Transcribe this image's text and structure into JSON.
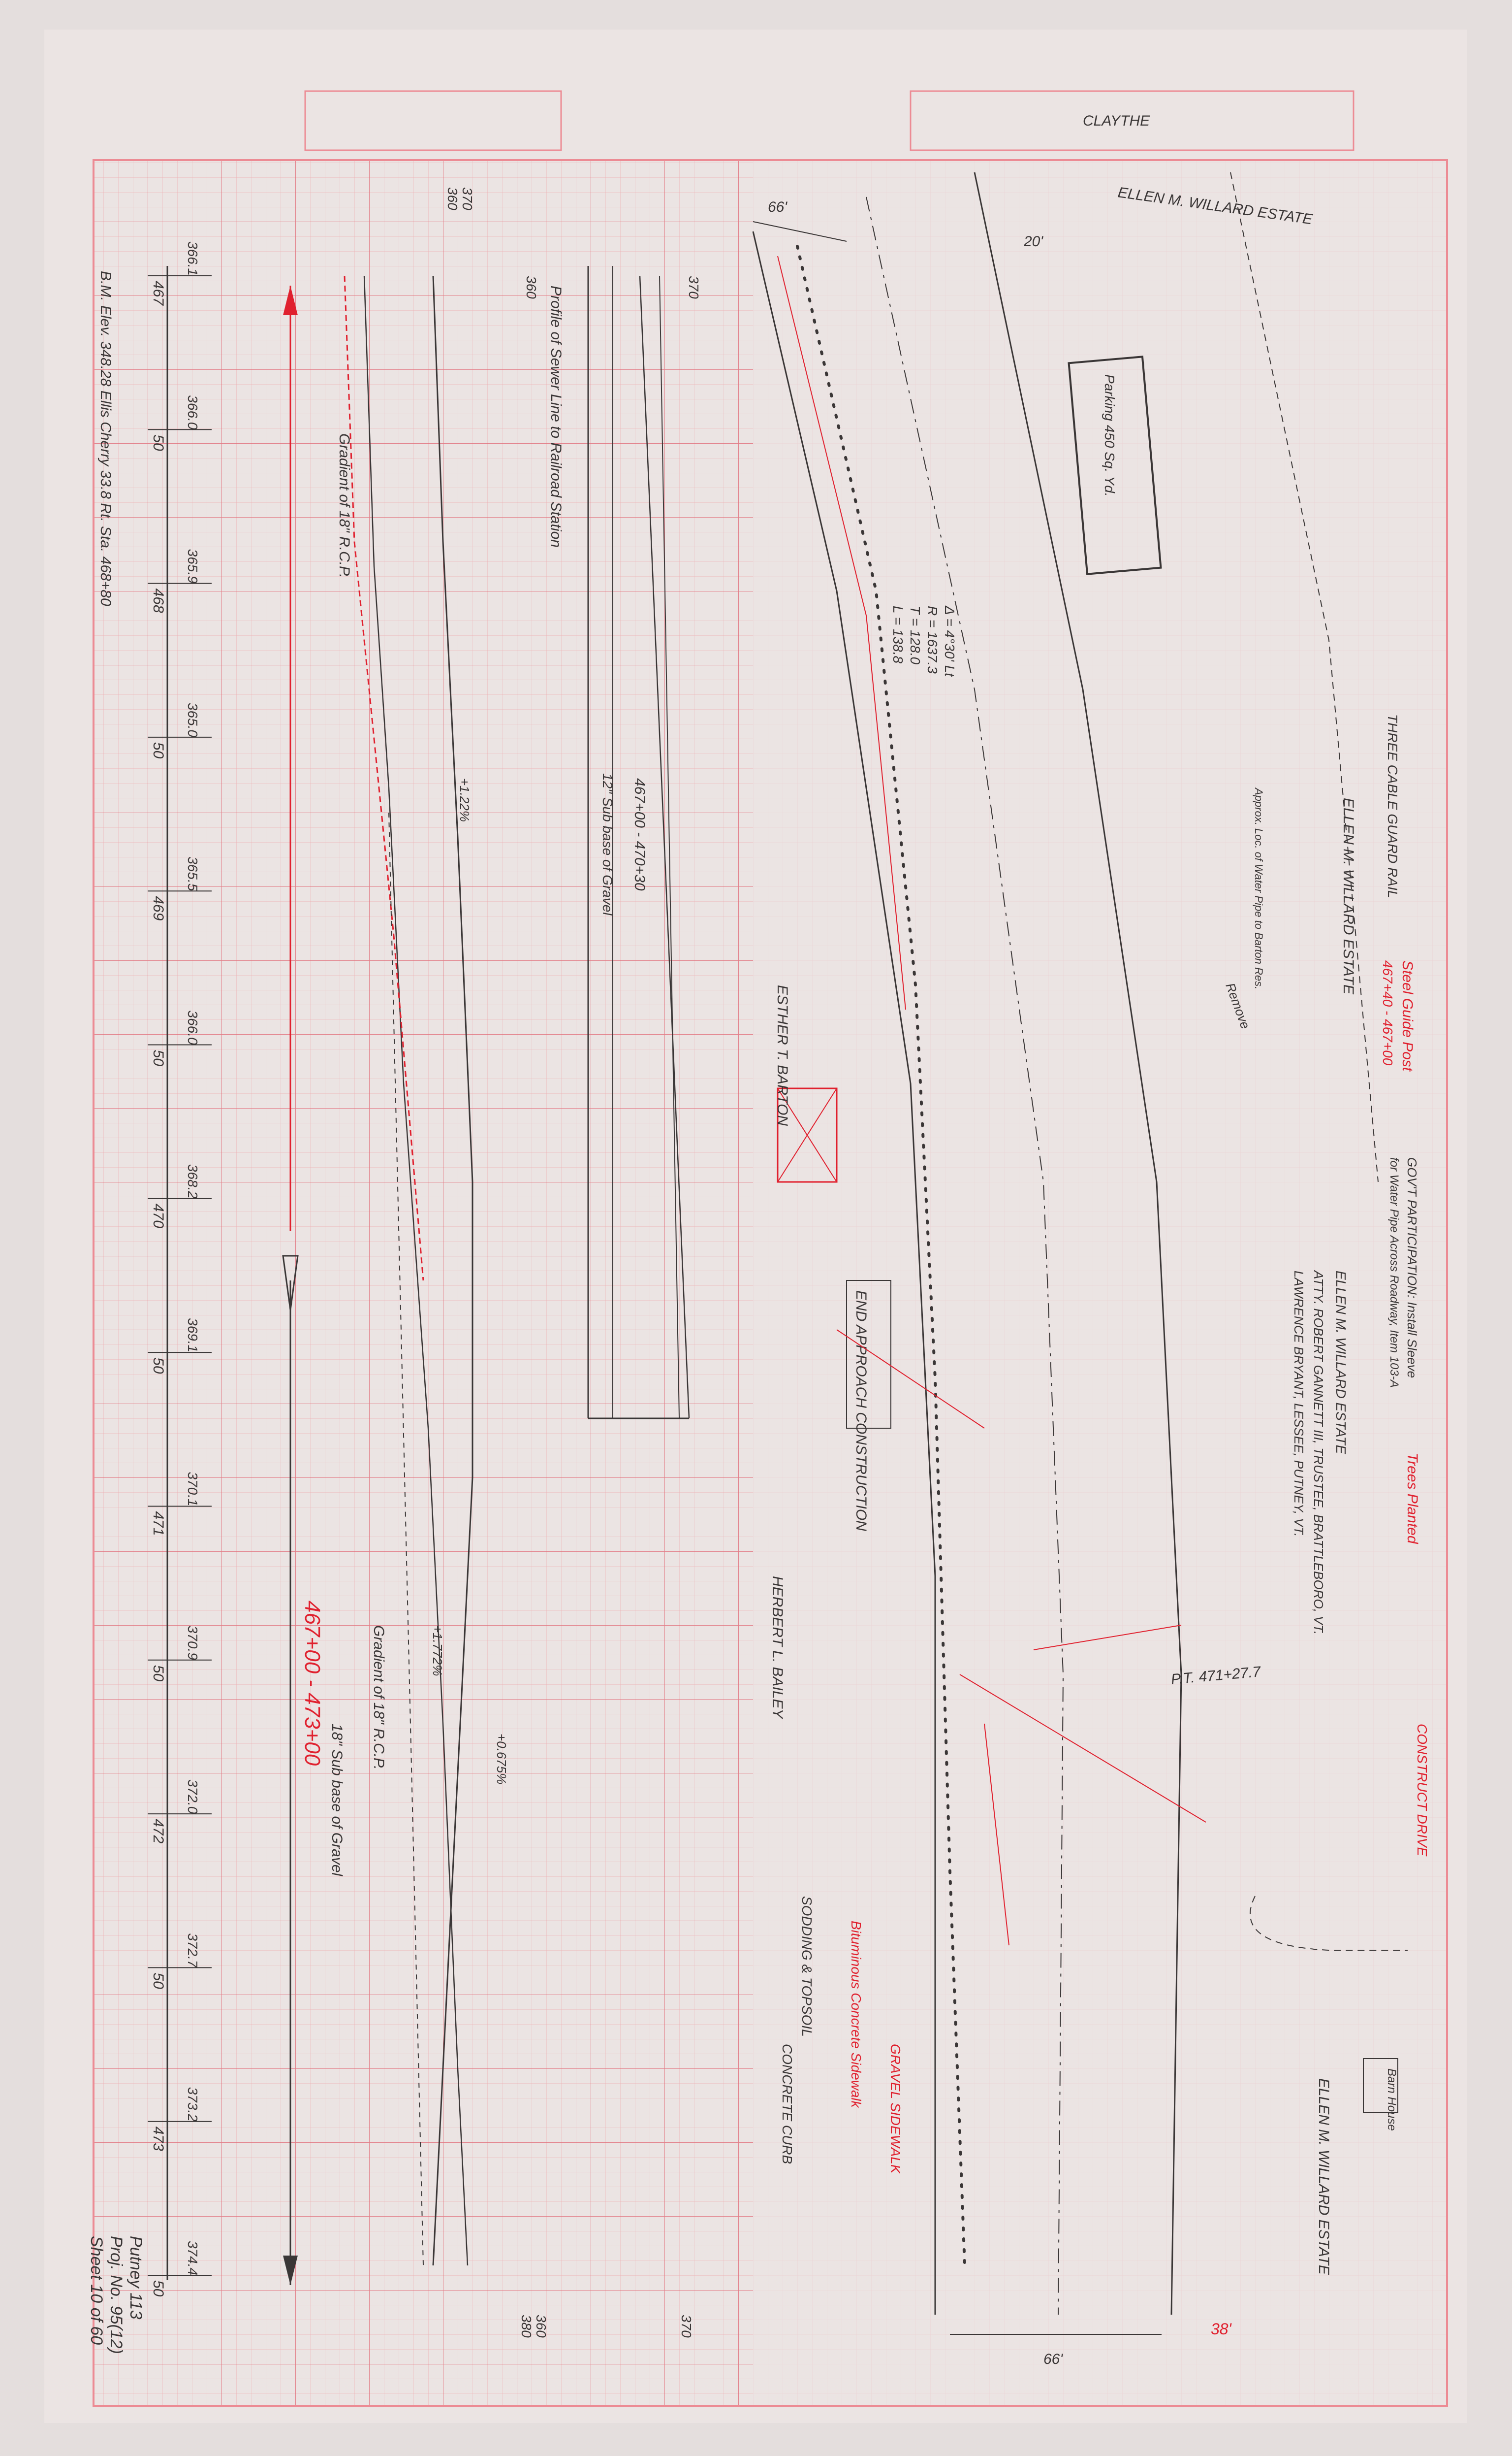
{
  "sheet": {
    "paper_color": "#e4dedd",
    "grid_color": "#ec8b94",
    "pencil_color": "#3a3636",
    "red_ink": "#e0202e",
    "title_block": "CLAYTHE",
    "sheet_id": "Putney 113",
    "project": "Proj. No. 95(12)",
    "sheet_no": "Sheet 10 of 60",
    "profile_header": "B.M. Elev. 348.28 Ellis Cherry 33.8 Rt. Sta. 468+80",
    "profile_title": "Profile of Sewer Line to Railroad Station"
  },
  "profile_stations": [
    {
      "label": "467",
      "elev": "366.1"
    },
    {
      "label": "50",
      "elev": "366.0"
    },
    {
      "label": "468",
      "elev": "365.9"
    },
    {
      "label": "50",
      "elev": "365.0"
    },
    {
      "label": "469",
      "elev": "365.5"
    },
    {
      "label": "50",
      "elev": "366.0"
    },
    {
      "label": "470",
      "elev": "368.2"
    },
    {
      "label": "50",
      "elev": "369.1"
    },
    {
      "label": "471",
      "elev": "370.1"
    },
    {
      "label": "50",
      "elev": "370.9"
    },
    {
      "label": "472",
      "elev": "372.0"
    },
    {
      "label": "50",
      "elev": "372.7"
    },
    {
      "label": "473",
      "elev": "373.2"
    },
    {
      "label": "50",
      "elev": "374.4"
    }
  ],
  "datum_labels": [
    "370",
    "360",
    "360",
    "370",
    "360",
    "370",
    "380"
  ],
  "profile_notes": {
    "gradient_top": "Gradient of 18\" R.C.P.",
    "gradient_bottom": "Gradient of 18\" R.C.P.",
    "subbase_top": "12\" Sub base of Gravel",
    "subbase_bottom": "18\" Sub base of Gravel",
    "sta_range_top": "467+00 - 470+30",
    "sta_range_bottom": "467+00 - 473+00",
    "grade_pct_a": "+1.22%",
    "grade_pct_b": "+1.772%",
    "grade_pct_c": "+0.675%"
  },
  "plan_labels": {
    "owner_top": "ELLEN M. WILLARD ESTATE",
    "owner_mid": "ELLEN M. WILLARD ESTATE",
    "owner_low": "ELLEN M. WILLARD ESTATE",
    "owner_corner": "ELLEN M. WILLARD ESTATE",
    "owner_barton": "ESTHER T. BARTON",
    "owner_bailey": "HERBERT L. BAILEY",
    "trustees": "ATTY. ROBERT GANNETT III, TRUSTEE, BRATTLEBORO, VT.",
    "lessee": "LAWRENCE BRYANT, LESSEE, PUTNEY, VT.",
    "parking": "Parking 450 Sq. Yd.",
    "guard_rail": "THREE CABLE GUARD RAIL",
    "steel_guide": "Steel Guide Post",
    "steel_guide_sta": "467+40 - 467+00",
    "govt_part": "GOV'T PARTICIPATION: Install Sleeve",
    "govt_part_2": "for Water Pipe Across Roadway, Item 103-A",
    "end_approach": "END APPROACH CONSTRUCTION",
    "trees_planted": "Trees Planted",
    "construct_drive": "CONSTRUCT DRIVE",
    "gravel_sidewalk": "GRAVEL SIDEWALK",
    "bituminous_sidewalk": "Bituminous Concrete Sidewalk",
    "concrete_curb": "CONCRETE CURB",
    "sodding": "SODDING & TOPSOIL",
    "pt_label": "P.T. 471+27.7",
    "pipe_note": "Approx. Loc. of Water Pipe to Barton Res.",
    "remove": "Remove",
    "house": "Barn House",
    "curve_delta": "Δ = 4°30' Lt",
    "curve_r": "R = 1637.3",
    "curve_t": "T = 128.0",
    "curve_l": "L = 138.8",
    "dim_66a": "66'",
    "dim_66b": "66'",
    "dim_20": "20'",
    "dim_38": "38'"
  }
}
